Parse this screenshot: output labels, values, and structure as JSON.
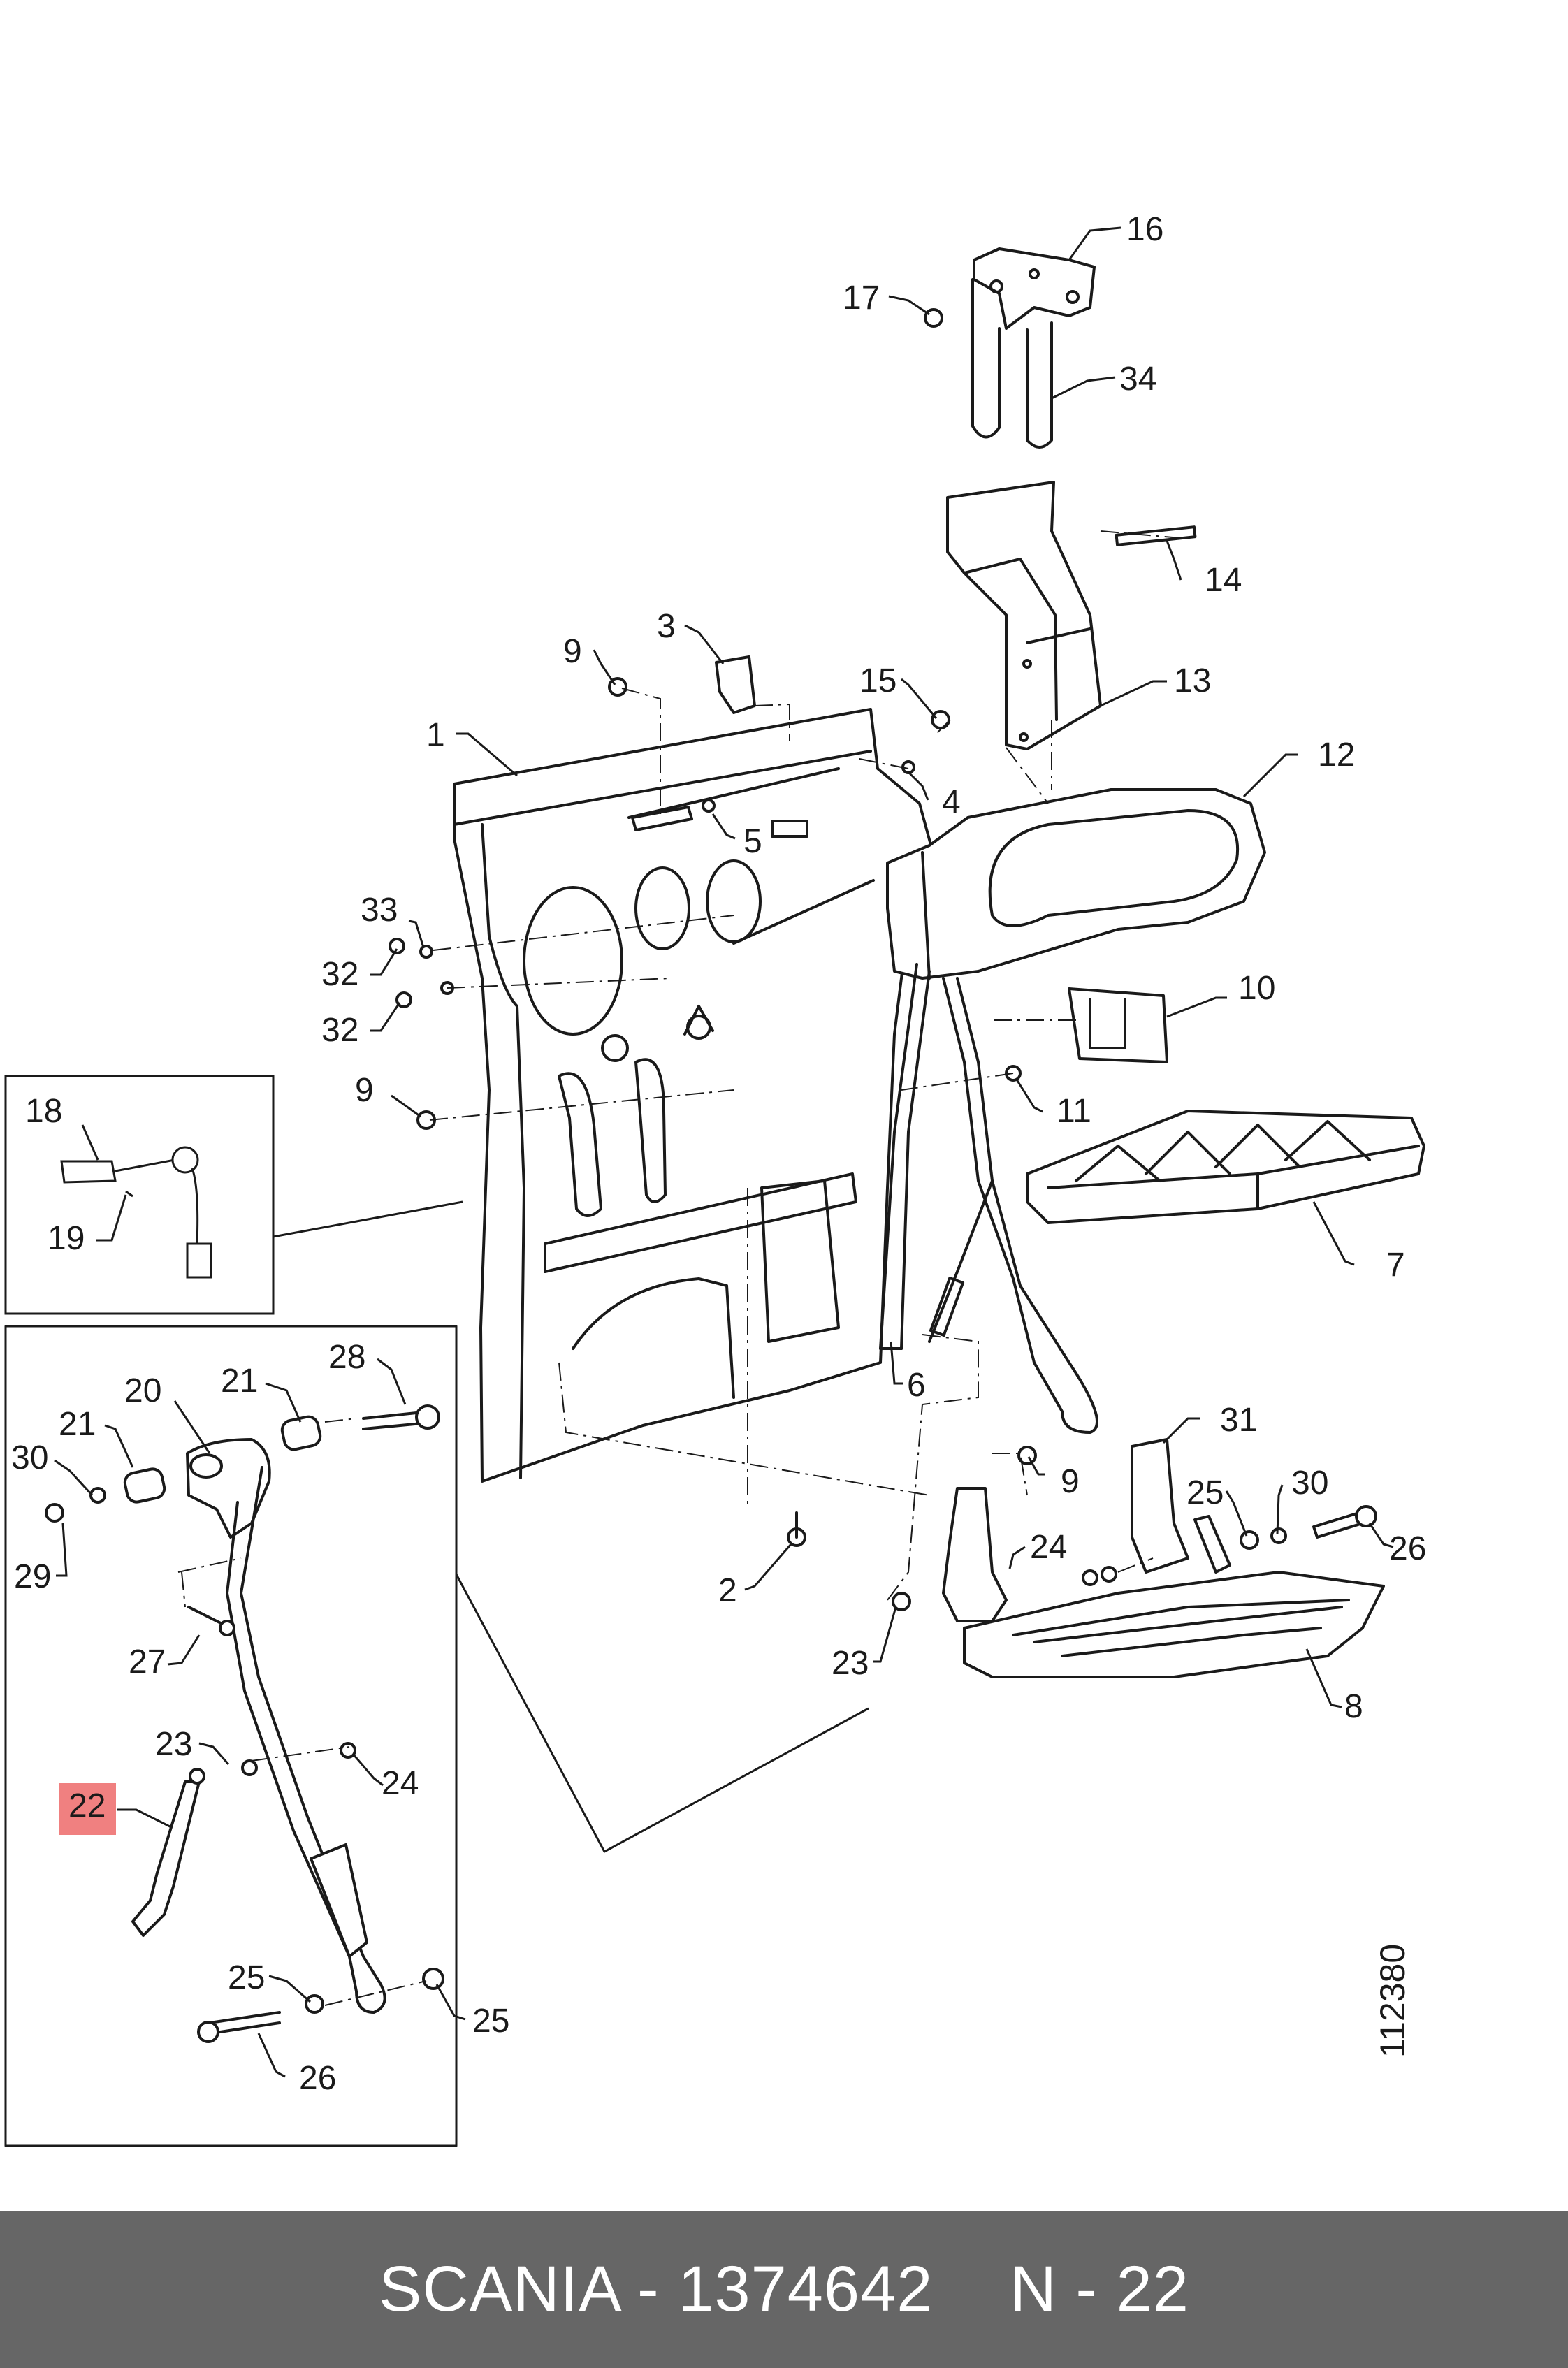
{
  "callouts": [
    {
      "id": "c16",
      "label": "16"
    },
    {
      "id": "c17",
      "label": "17"
    },
    {
      "id": "c34",
      "label": "34"
    },
    {
      "id": "c14",
      "label": "14"
    },
    {
      "id": "c3",
      "label": "3"
    },
    {
      "id": "c9a",
      "label": "9"
    },
    {
      "id": "c15",
      "label": "15"
    },
    {
      "id": "c13",
      "label": "13"
    },
    {
      "id": "c1",
      "label": "1"
    },
    {
      "id": "c12",
      "label": "12"
    },
    {
      "id": "c4",
      "label": "4"
    },
    {
      "id": "c5",
      "label": "5"
    },
    {
      "id": "c33",
      "label": "33"
    },
    {
      "id": "c32a",
      "label": "32"
    },
    {
      "id": "c32b",
      "label": "32"
    },
    {
      "id": "c10",
      "label": "10"
    },
    {
      "id": "c9b",
      "label": "9"
    },
    {
      "id": "c11",
      "label": "11"
    },
    {
      "id": "c18",
      "label": "18"
    },
    {
      "id": "c19",
      "label": "19"
    },
    {
      "id": "c7",
      "label": "7"
    },
    {
      "id": "c20",
      "label": "20"
    },
    {
      "id": "c21a",
      "label": "21"
    },
    {
      "id": "c28",
      "label": "28"
    },
    {
      "id": "c21b",
      "label": "21"
    },
    {
      "id": "c30a",
      "label": "30"
    },
    {
      "id": "c29",
      "label": "29"
    },
    {
      "id": "c6",
      "label": "6"
    },
    {
      "id": "c31",
      "label": "31"
    },
    {
      "id": "c9c",
      "label": "9"
    },
    {
      "id": "c25a",
      "label": "25"
    },
    {
      "id": "c30b",
      "label": "30"
    },
    {
      "id": "c26a",
      "label": "26"
    },
    {
      "id": "c24a",
      "label": "24"
    },
    {
      "id": "c2",
      "label": "2"
    },
    {
      "id": "c27",
      "label": "27"
    },
    {
      "id": "c23a",
      "label": "23"
    },
    {
      "id": "c8",
      "label": "8"
    },
    {
      "id": "c23b",
      "label": "23"
    },
    {
      "id": "c24b",
      "label": "24"
    },
    {
      "id": "c22",
      "label": "22",
      "highlighted": true
    },
    {
      "id": "c25b",
      "label": "25"
    },
    {
      "id": "c25c",
      "label": "25"
    },
    {
      "id": "c26b",
      "label": "26"
    }
  ],
  "document_number": "112380",
  "footer": {
    "brand_part": "SCANIA - 1374642",
    "page_ref": "N - 22"
  },
  "colors": {
    "line": "#1a1a1a",
    "highlight": "#f08080",
    "footer_bg": "#666666",
    "footer_text": "#ffffff"
  }
}
